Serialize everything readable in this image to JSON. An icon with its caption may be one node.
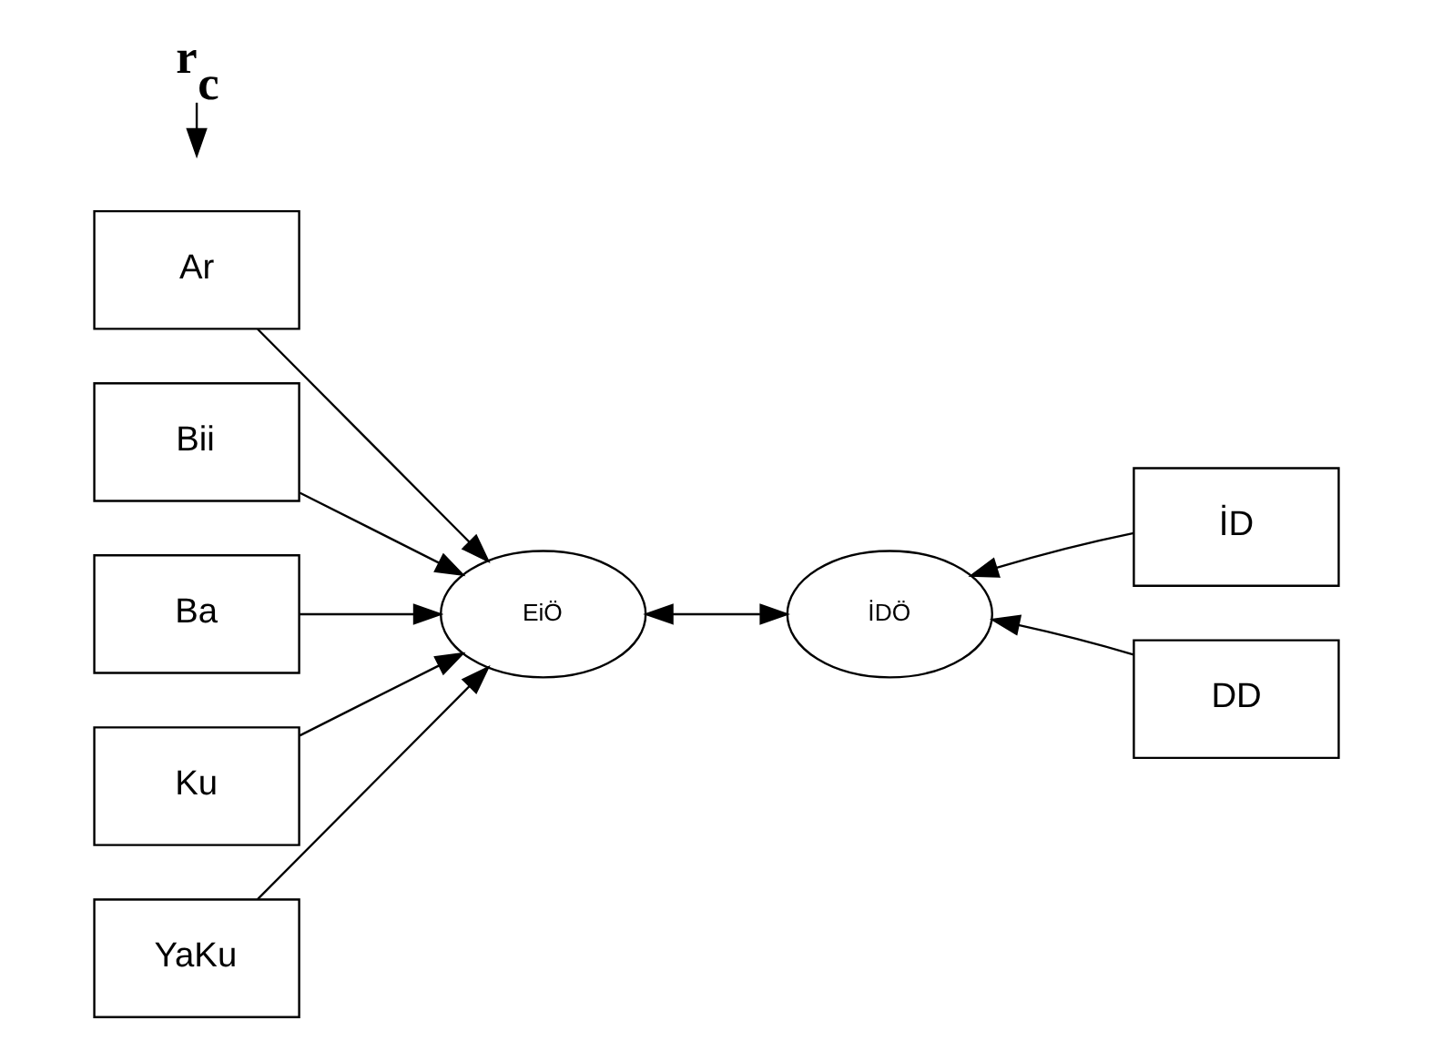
{
  "diagram": {
    "nodes": [
      {
        "text": [
          "Ar"
        ]
      },
      {
        "text": [
          "Bii"
        ]
      },
      {
        "text": [
          "Ba"
        ]
      },
      {
        "text": [
          "Ku"
        ]
      },
      {
        "text": [
          "YaKu"
        ]
      },
      {
        "text": [
          "EiÖ"
        ]
      },
      {
        "text": [
          "İDÖ"
        ]
      },
      {
        "text": [
          "İD"
        ]
      },
      {
        "text": [
          "DD"
        ]
      },
      {
        "text": [
          "r$_{c}$"
        ]
      }
    ],
    "edges": [
      {
        "from": 0,
        "to": 5,
        "arrow": "to"
      },
      {
        "from": 1,
        "to": 5,
        "arrow": "to"
      },
      {
        "from": 2,
        "to": 5,
        "arrow": "to"
      },
      {
        "from": 3,
        "to": 5,
        "arrow": "to"
      },
      {
        "from": 4,
        "to": 5,
        "arrow": "to"
      },
      {
        "from": 5,
        "to": 6,
        "arrow": "both"
      },
      {
        "from": 7,
        "to": 6,
        "arrow": "to"
      },
      {
        "from": 8,
        "to": 6,
        "arrow": "to"
      },
      {
        "from": 9,
        "to": null,
        "arrow": "to"
      }
    ]
  }
}
